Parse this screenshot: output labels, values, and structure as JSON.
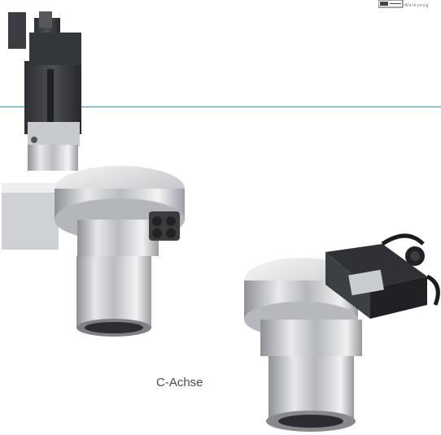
{
  "caption": "C-Achse",
  "logo": {
    "text": "Werkzeug"
  },
  "images": [
    {
      "name": "b-axis-unit",
      "description_visible": false
    },
    {
      "name": "c-axis-unit",
      "description_visible": false
    }
  ],
  "colors": {
    "rule": "#2a93c6",
    "caption": "#4a4a4a"
  }
}
